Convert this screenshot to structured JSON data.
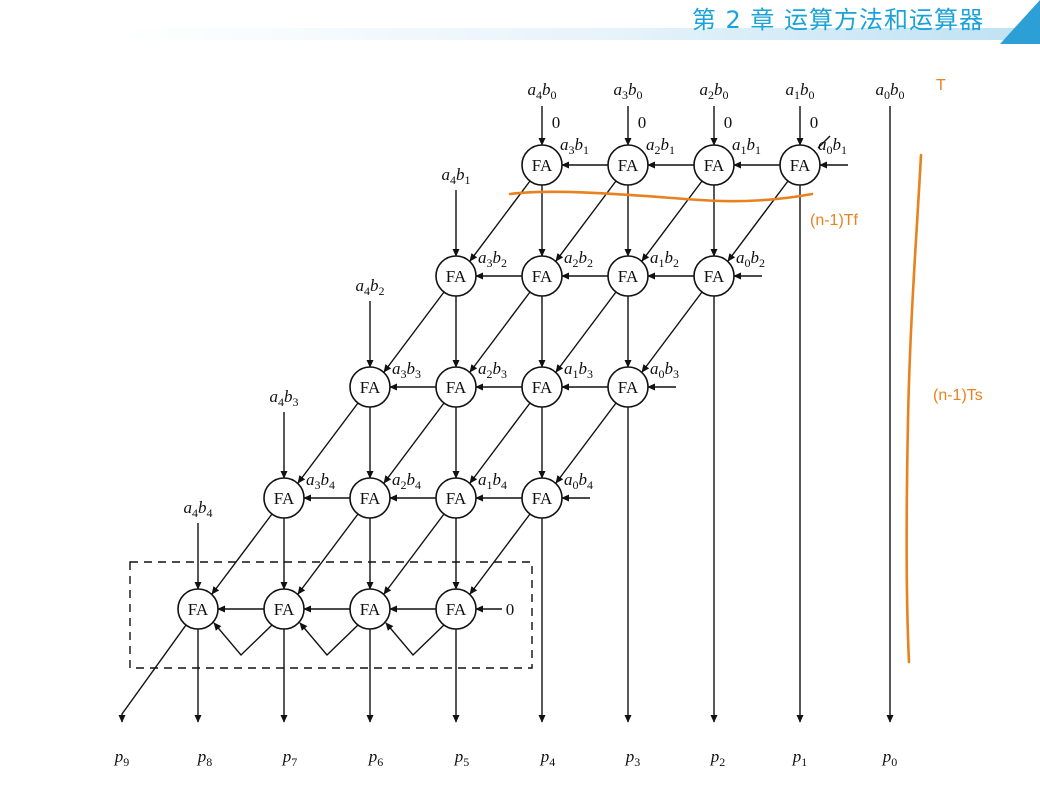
{
  "header": {
    "title": "第 2 章   运算方法和运算器"
  },
  "colors": {
    "accent": "#1aa3d9",
    "annotation": "#e8821e",
    "ink": "#111111"
  },
  "fa_label": "FA",
  "zero_label": "0",
  "top_inputs": [
    {
      "a": "4",
      "b": "0"
    },
    {
      "a": "3",
      "b": "0"
    },
    {
      "a": "2",
      "b": "0"
    },
    {
      "a": "1",
      "b": "0"
    },
    {
      "a": "0",
      "b": "0"
    }
  ],
  "left_inputs": [
    {
      "a": "4",
      "b": "1"
    },
    {
      "a": "4",
      "b": "2"
    },
    {
      "a": "4",
      "b": "3"
    },
    {
      "a": "4",
      "b": "4"
    }
  ],
  "row_partials": [
    [
      {
        "a": "3",
        "b": "1"
      },
      {
        "a": "2",
        "b": "1"
      },
      {
        "a": "1",
        "b": "1"
      },
      {
        "a": "0",
        "b": "1"
      }
    ],
    [
      {
        "a": "3",
        "b": "2"
      },
      {
        "a": "2",
        "b": "2"
      },
      {
        "a": "1",
        "b": "2"
      },
      {
        "a": "0",
        "b": "2"
      }
    ],
    [
      {
        "a": "3",
        "b": "3"
      },
      {
        "a": "2",
        "b": "3"
      },
      {
        "a": "1",
        "b": "3"
      },
      {
        "a": "0",
        "b": "3"
      }
    ],
    [
      {
        "a": "3",
        "b": "4"
      },
      {
        "a": "2",
        "b": "4"
      },
      {
        "a": "1",
        "b": "4"
      },
      {
        "a": "0",
        "b": "4"
      }
    ]
  ],
  "outputs": [
    "9",
    "8",
    "7",
    "6",
    "5",
    "4",
    "3",
    "2",
    "1",
    "0"
  ],
  "annotations": {
    "top": "T",
    "fast": "(n-1)Tf",
    "slow": "(n-1)Ts"
  }
}
